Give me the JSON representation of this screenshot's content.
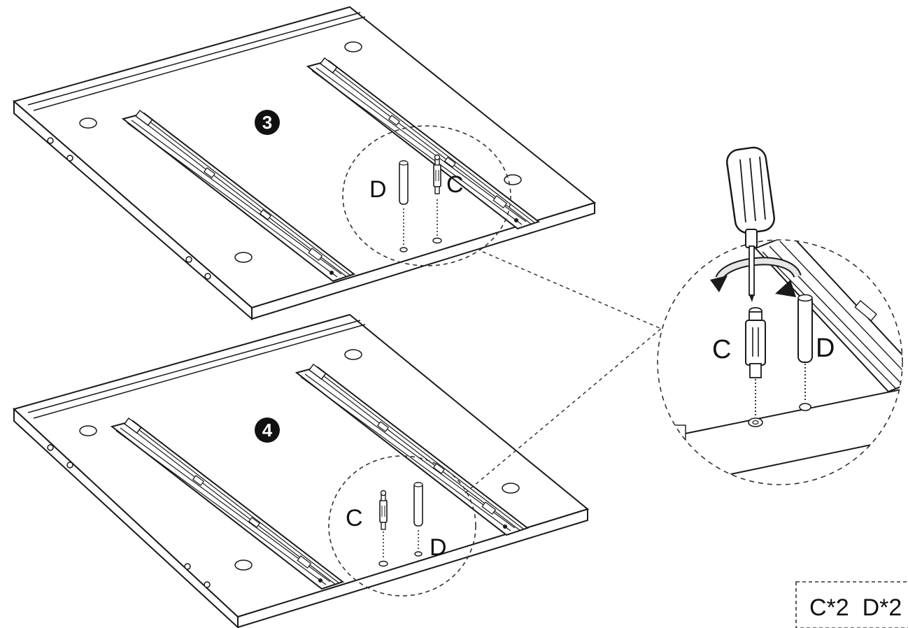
{
  "steps": [
    {
      "number": "3",
      "labels": {
        "dowel": "D",
        "cam_bolt": "C"
      }
    },
    {
      "number": "4",
      "labels": {
        "dowel": "D",
        "cam_bolt": "C"
      }
    }
  ],
  "detail": {
    "cam_bolt": "C",
    "dowel": "D",
    "tool": "screwdriver",
    "rotation": "clockwise"
  },
  "parts_quantity": "C*2  D*2",
  "colors": {
    "line": "#1a1a1a",
    "fill": "#ffffff",
    "dashed": "#333333",
    "arrow_fill": "#e6e6e6"
  },
  "icons": [
    "screwdriver-icon",
    "rotate-arrow-icon",
    "cam-bolt-icon",
    "dowel-icon"
  ]
}
